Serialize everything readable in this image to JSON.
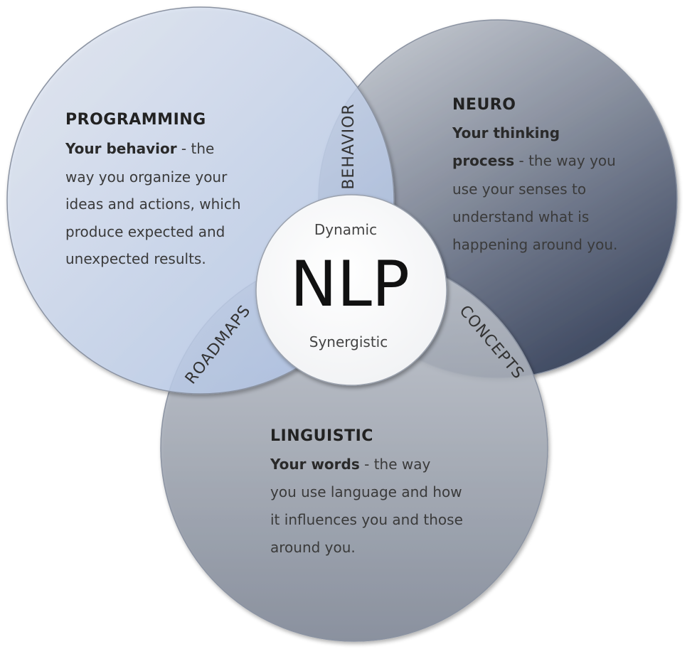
{
  "diagram": {
    "colors": {
      "programming_fill_start": "#e4e9f2",
      "programming_fill_end": "#aec3e8",
      "neuro_fill_start": "#d0d4da",
      "neuro_fill_end": "#3c4760",
      "linguistic_fill_start": "#c4c9d1",
      "linguistic_fill_end": "#7f8796",
      "center_fill": "#ffffff",
      "outline": "#8b93a2"
    },
    "programming": {
      "title": "PROGRAMMING",
      "lead": "Your behavior",
      "lead_rest": " -  the",
      "lines": [
        "way you organize your",
        "ideas and actions, which",
        "produce expected and",
        "unexpected results."
      ]
    },
    "neuro": {
      "title": "NEURO",
      "lead_line1": "Your thinking",
      "lead_line2": "process",
      "lead_rest": " - the way you",
      "lines": [
        "use your senses to",
        "understand what is",
        "happening around you."
      ]
    },
    "linguistic": {
      "title": "LINGUISTIC",
      "lead": "Your words",
      "lead_rest": " - the way",
      "lines": [
        "you use language and how",
        "it influences you and those",
        "around you."
      ]
    },
    "overlaps": {
      "behavior": "BEHAVIOR",
      "concepts": "CONCEPTS",
      "roadmaps": "ROADMAPS"
    },
    "center": {
      "title": "NLP",
      "top_word": "Dynamic",
      "bottom_word": "Synergistic"
    }
  }
}
